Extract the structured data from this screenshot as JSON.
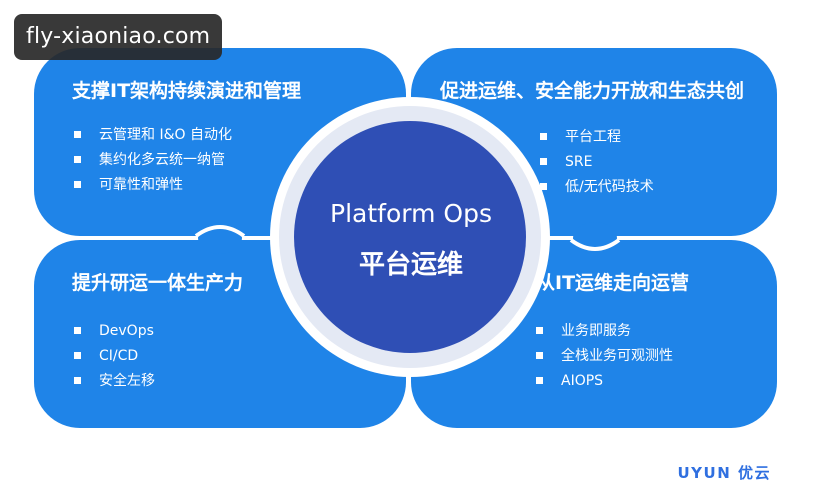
{
  "watermark": "fly-xiaoniao.com",
  "center": {
    "title_en": "Platform Ops",
    "title_cn": "平台运维"
  },
  "quadrants": {
    "top_left": {
      "title": "支撑IT架构持续演进和管理",
      "items": [
        "云管理和 I&O 自动化",
        "集约化多云统一纳管",
        "可靠性和弹性"
      ]
    },
    "top_right": {
      "title": "促进运维、安全能力开放和生态共创",
      "items": [
        "平台工程",
        "SRE",
        "低/无代码技术"
      ]
    },
    "bottom_left": {
      "title": "提升研运一体生产力",
      "items": [
        "DevOps",
        "CI/CD",
        "安全左移"
      ]
    },
    "bottom_right": {
      "title": "从IT运维走向运营",
      "items": [
        "业务即服务",
        "全栈业务可观测性",
        "AIOPS"
      ]
    }
  },
  "brand": "UYUN 优云",
  "colors": {
    "panel_blue": "#1f84e8",
    "center_fill": "#2f4fb5",
    "ring": "#e4e9f4",
    "brand_blue": "#2f6fe0"
  }
}
